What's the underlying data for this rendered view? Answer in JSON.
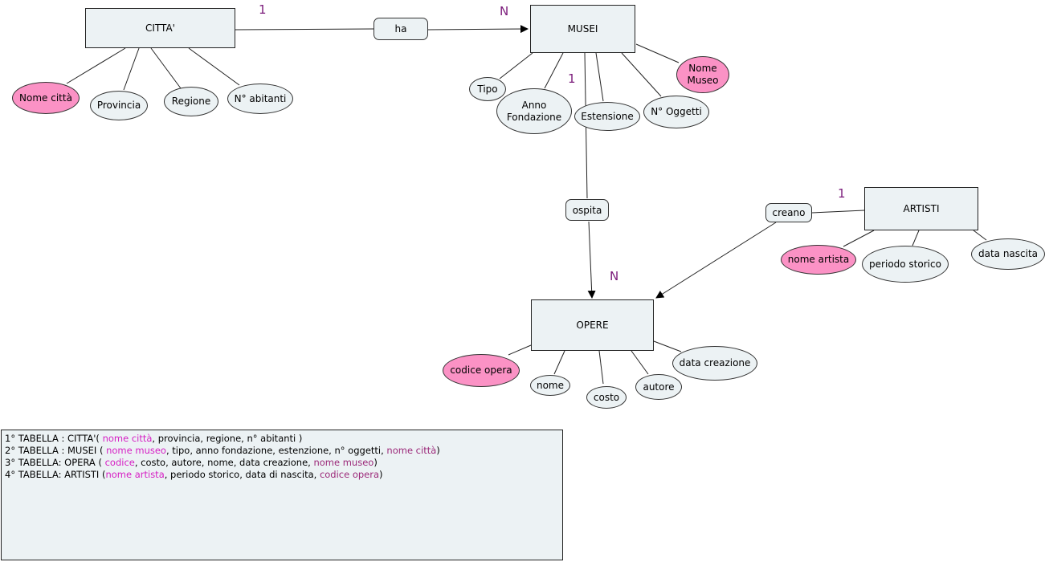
{
  "entities": {
    "citta": "CITTA'",
    "musei": "MUSEI",
    "opere": "OPERE",
    "artisti": "ARTISTI"
  },
  "relationships": {
    "ha": "ha",
    "ospita": "ospita",
    "creano": "creano"
  },
  "cardinalities": {
    "citta_ha": "1",
    "musei_ha": "N",
    "musei_ospita": "1",
    "opere_ospita": "N",
    "artisti_creano": "1"
  },
  "attributes": {
    "citta": [
      "Nome città",
      "Provincia",
      "Regione",
      "N° abitanti"
    ],
    "musei": [
      "Tipo",
      "Anno Fondazione",
      "Estensione",
      "N° Oggetti",
      "Nome Museo"
    ],
    "opere": [
      "codice opera",
      "nome",
      "costo",
      "autore",
      "data creazione"
    ],
    "artisti": [
      "nome artista",
      "periodo storico",
      "data nascita"
    ]
  },
  "colors": {
    "entity_fill": "#ecf2f4",
    "key_attribute_fill": "#fb92c5",
    "cardinality": "#7a1a7a",
    "primary_key_text": "#d61fc4",
    "foreign_key_text": "#9c2a7a"
  },
  "notes": {
    "lines": [
      {
        "prefix": "1° TABELLA : CITTA'( ",
        "pk": "nome città",
        "rest": ", provincia, regione, n° abitanti )",
        "fk": "",
        "end": ""
      },
      {
        "prefix": "2° TABELLA : MUSEI ( ",
        "pk": "nome museo",
        "rest": ", tipo, anno fondazione, estenzione, n° oggetti, ",
        "fk": "nome città",
        "end": ")"
      },
      {
        "prefix": "3° TABELLA: OPERA ( ",
        "pk": "codice",
        "rest": ", costo, autore, nome, data creazione, ",
        "fk": "nome museo",
        "end": ")"
      },
      {
        "prefix": "4° TABELLA: ARTISTI (",
        "pk": "nome artista",
        "rest": ", periodo storico, data di nascita, ",
        "fk": "codice opera",
        "end": ")"
      }
    ]
  }
}
